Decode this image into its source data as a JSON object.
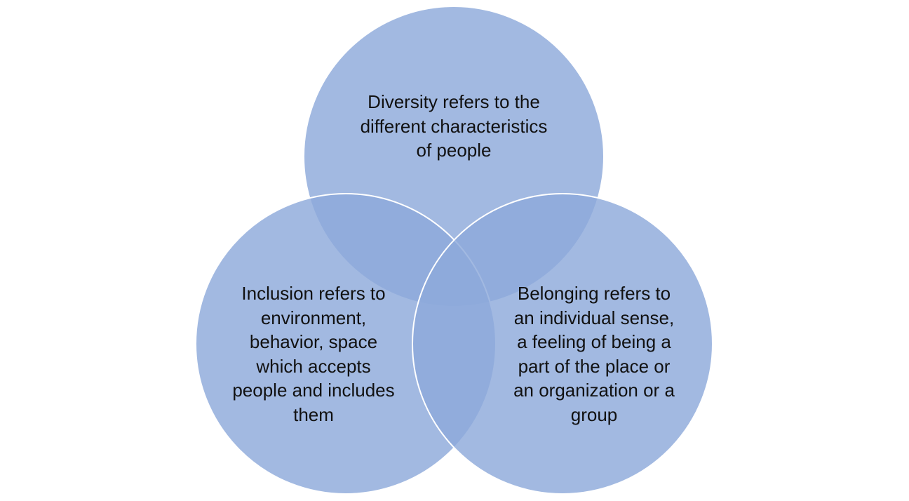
{
  "diagram": {
    "type": "venn",
    "circle_fill": "#8eaadb",
    "circle_fill_opacity": 0.82,
    "outline_color": "#ffffff",
    "circles": [
      {
        "id": "diversity",
        "lines": [
          "Diversity refers to the",
          "different characteristics",
          "of people"
        ]
      },
      {
        "id": "inclusion",
        "lines": [
          "Inclusion refers to",
          "environment,",
          "behavior, space",
          "which accepts",
          "people and includes",
          "them"
        ]
      },
      {
        "id": "belonging",
        "lines": [
          "Belonging refers to",
          "an individual sense,",
          "a feeling of being a",
          "part of the place or",
          "an organization or a",
          "group"
        ]
      }
    ]
  }
}
